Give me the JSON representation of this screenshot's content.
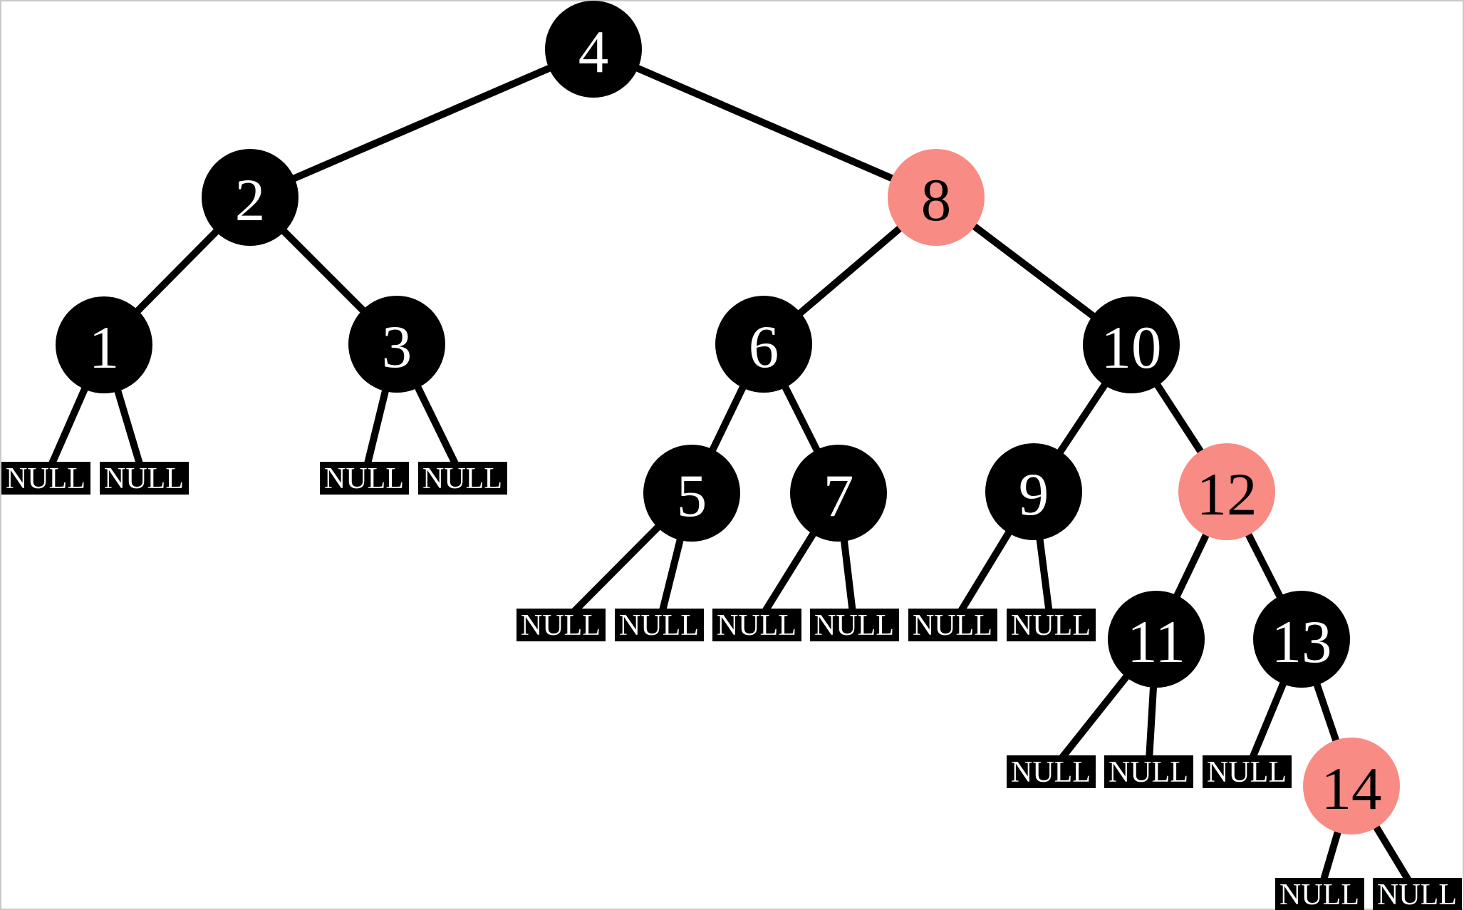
{
  "null_label": "NULL",
  "colors": {
    "black_node": "#000000",
    "red_node": "#F88C84",
    "edge": "#000000",
    "null_box_bg": "#000000",
    "null_box_text": "#ffffff",
    "label_on_black": "#ffffff",
    "label_on_red": "#000000",
    "border": "#c9c9c9",
    "background": "#ffffff"
  },
  "nodes": [
    {
      "label": "4",
      "color": "black",
      "fill": "#000000",
      "text": "#ffffff"
    },
    {
      "label": "2",
      "color": "black",
      "fill": "#000000",
      "text": "#ffffff"
    },
    {
      "label": "8",
      "color": "red",
      "fill": "#F88C84",
      "text": "#000000"
    },
    {
      "label": "1",
      "color": "black",
      "fill": "#000000",
      "text": "#ffffff"
    },
    {
      "label": "3",
      "color": "black",
      "fill": "#000000",
      "text": "#ffffff"
    },
    {
      "label": "6",
      "color": "black",
      "fill": "#000000",
      "text": "#ffffff"
    },
    {
      "label": "10",
      "color": "black",
      "fill": "#000000",
      "text": "#ffffff"
    },
    {
      "label": "5",
      "color": "black",
      "fill": "#000000",
      "text": "#ffffff"
    },
    {
      "label": "7",
      "color": "black",
      "fill": "#000000",
      "text": "#ffffff"
    },
    {
      "label": "9",
      "color": "black",
      "fill": "#000000",
      "text": "#ffffff"
    },
    {
      "label": "12",
      "color": "red",
      "fill": "#F88C84",
      "text": "#000000"
    },
    {
      "label": "11",
      "color": "black",
      "fill": "#000000",
      "text": "#ffffff"
    },
    {
      "label": "13",
      "color": "black",
      "fill": "#000000",
      "text": "#ffffff"
    },
    {
      "label": "14",
      "color": "red",
      "fill": "#F88C84",
      "text": "#000000"
    }
  ],
  "tree": {
    "value": 4,
    "color": "black",
    "left": {
      "value": 2,
      "color": "black",
      "left": {
        "value": 1,
        "color": "black",
        "left": "NULL",
        "right": "NULL"
      },
      "right": {
        "value": 3,
        "color": "black",
        "left": "NULL",
        "right": "NULL"
      }
    },
    "right": {
      "value": 8,
      "color": "red",
      "left": {
        "value": 6,
        "color": "black",
        "left": {
          "value": 5,
          "color": "black",
          "left": "NULL",
          "right": "NULL"
        },
        "right": {
          "value": 7,
          "color": "black",
          "left": "NULL",
          "right": "NULL"
        }
      },
      "right": {
        "value": 10,
        "color": "black",
        "left": {
          "value": 9,
          "color": "black",
          "left": "NULL",
          "right": "NULL"
        },
        "right": {
          "value": 12,
          "color": "red",
          "left": {
            "value": 11,
            "color": "black",
            "left": "NULL",
            "right": "NULL"
          },
          "right": {
            "value": 13,
            "color": "black",
            "left": "NULL",
            "right": {
              "value": 14,
              "color": "red",
              "left": "NULL",
              "right": "NULL"
            }
          }
        }
      }
    }
  }
}
